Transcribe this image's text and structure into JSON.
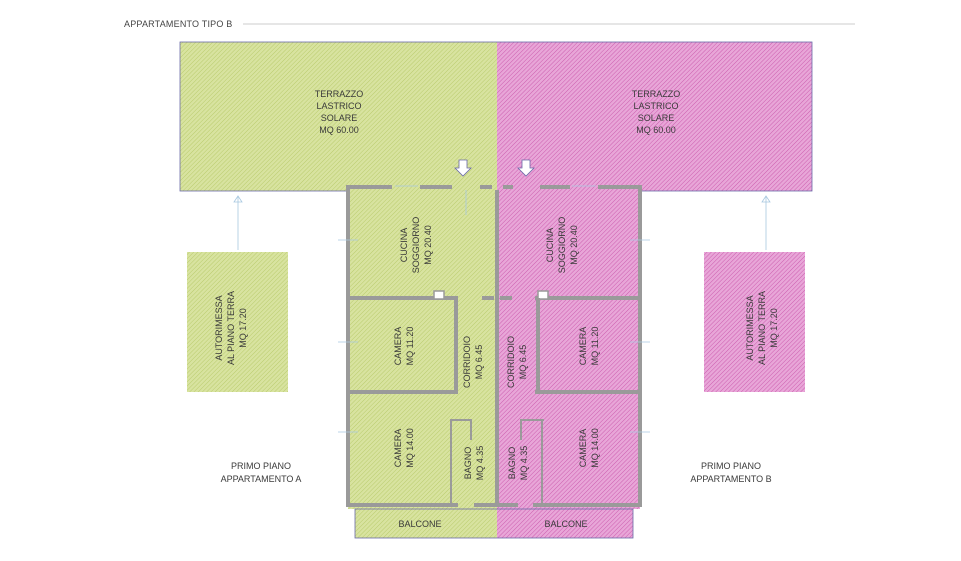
{
  "header": {
    "title": "APPARTAMENTO TIPO B"
  },
  "terrace": {
    "a": {
      "lines": [
        "TERRAZZO",
        "LASTRICO",
        "SOLARE",
        "MQ 60.00"
      ]
    },
    "b": {
      "lines": [
        "TERRAZZO",
        "LASTRICO",
        "SOLARE",
        "MQ 60.00"
      ]
    }
  },
  "rooms": {
    "a": {
      "cucina": {
        "line1": "CUCINA",
        "line2": "SOGGIORNO",
        "line3": "MQ 20.40"
      },
      "camera1": {
        "line1": "CAMERA",
        "line2": "MQ 11.20"
      },
      "corridoio": {
        "line1": "CORRIDOIO",
        "line2": "MQ 6.45"
      },
      "camera2": {
        "line1": "CAMERA",
        "line2": "MQ 14.00"
      },
      "bagno": {
        "line1": "BAGNO",
        "line2": "MQ 4.35"
      },
      "balcone": "BALCONE"
    },
    "b": {
      "cucina": {
        "line1": "CUCINA",
        "line2": "SOGGIORNO",
        "line3": "MQ 20.40"
      },
      "camera1": {
        "line1": "CAMERA",
        "line2": "MQ 11.20"
      },
      "corridoio": {
        "line1": "CORRIDOIO",
        "line2": "MQ 6.45"
      },
      "camera2": {
        "line1": "CAMERA",
        "line2": "MQ 14.00"
      },
      "bagno": {
        "line1": "BAGNO",
        "line2": "MQ 4.35"
      },
      "balcone": "BALCONE"
    }
  },
  "garage": {
    "a": {
      "line1": "AUTORIMESSA",
      "line2": "AL PIANO TERRA",
      "line3": "MQ 17.20"
    },
    "b": {
      "line1": "AUTORIMESSA",
      "line2": "AL PIANO TERRA",
      "line3": "MQ 17.20"
    }
  },
  "captions": {
    "a": {
      "line1": "PRIMO PIANO",
      "line2": "APPARTAMENTO A"
    },
    "b": {
      "line1": "PRIMO PIANO",
      "line2": "APPARTAMENTO B"
    }
  },
  "colors": {
    "green_fill": "#d8e3a0",
    "green_hatch": "#b9cb6c",
    "pink_fill": "#e8a6d8",
    "pink_hatch": "#cc5dae",
    "wall": "#9a9a9a",
    "outline": "#6a6aa8"
  }
}
